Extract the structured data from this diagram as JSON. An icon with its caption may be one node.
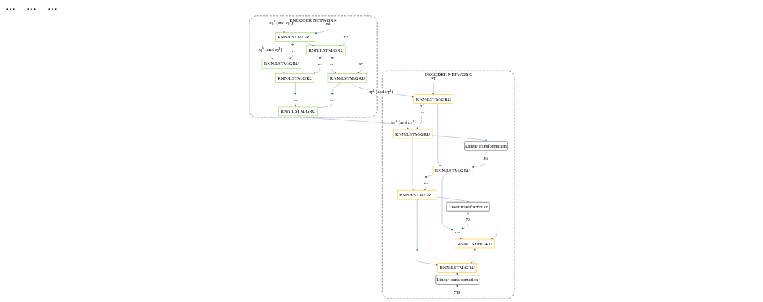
{
  "diagram": {
    "nodes": [
      {
        "text": [
          "ENCODER NETWORK"
        ]
      },
      {
        "text": [
          "h$_{0}$$^{k}$ (and c$_{0}$$^{p}$)"
        ],
        "in": 0
      },
      {
        "text": [
          "RNN/LSTM/GRU"
        ],
        "in": 0
      },
      {
        "text": [
          "RNN/LSTM/GRU"
        ],
        "in": 0
      },
      {
        "text": [
          "…"
        ],
        "in": 0
      },
      {
        "text": [
          "RNN/LSTM/GRU"
        ],
        "in": 0
      },
      {
        "text": [
          "…"
        ],
        "in": 0
      },
      {
        "text": [
          "…"
        ],
        "in": 0
      },
      {
        "text": [
          "…"
        ],
        "in": 0
      },
      {
        "text": [
          "h$_{0}$$^{1}$ (and c$_{0}$$^{1}$)"
        ],
        "in": 0
      },
      {
        "text": [
          "RNN/LSTM/GRU"
        ],
        "in": 0
      },
      {
        "text": [
          "RNN/LSTM/GRU"
        ],
        "in": 0
      },
      {
        "text": [
          "…"
        ],
        "in": 0
      },
      {
        "text": [
          "RNN/LSTM/GRU"
        ],
        "in": 0
      },
      {
        "text": [
          "x$_{1}$"
        ],
        "in": 0
      },
      {
        "text": [
          "x$_{2}$"
        ],
        "in": 0
      },
      {
        "text": [
          "x$_{T}$"
        ],
        "in": 0
      },
      {
        "text": [
          "DECODER NETWORK"
        ]
      },
      {
        "text": [
          "y$_{1}$"
        ],
        "in": 17
      },
      {
        "text": [
          "y$_{2}$"
        ],
        "in": 17
      },
      {
        "text": [
          "y$_{TP}$"
        ],
        "in": 17
      },
      {
        "text": [
          "Linear transformation"
        ],
        "in": 17
      },
      {
        "text": [
          "Linear transformation"
        ],
        "in": 17
      },
      {
        "text": [
          "Linear transformation"
        ],
        "in": 17
      },
      {
        "text": [
          "RNN/LSTM/GRU"
        ],
        "in": 17
      },
      {
        "text": [
          "RNN/LSTM/GRU"
        ],
        "in": 17
      },
      {
        "text": [
          "…"
        ],
        "in": 17
      },
      {
        "text": [
          "RNN/LSTM/GRU"
        ],
        "in": 17
      },
      {
        "text": [
          "…"
        ],
        "in": 17
      },
      {
        "text": [
          "…"
        ],
        "in": 17
      },
      {
        "text": [
          "…"
        ],
        "in": 17
      },
      {
        "text": [
          "RNN/LSTM/GRU"
        ],
        "in": 17
      },
      {
        "text": [
          "RNN/LSTM/GRU"
        ],
        "in": 17
      },
      {
        "text": [
          "…"
        ],
        "in": 17
      },
      {
        "text": [
          "RNN/LSTM/GRU"
        ],
        "in": 17
      },
      {
        "text": [
          "x$_{T}$"
        ],
        "in": 17
      }
    ],
    "edges": [
      {
        "from": 1,
        "to": 2,
        "arrow": "to"
      },
      {
        "from": 2,
        "to": 3,
        "arrow": "to"
      },
      {
        "from": 3,
        "to": 4,
        "arrow": "to"
      },
      {
        "from": 4,
        "to": 5,
        "arrow": "to"
      },
      {
        "from": 6,
        "to": 2,
        "arrow": "to"
      },
      {
        "from": 7,
        "to": 3,
        "arrow": "to"
      },
      {
        "from": 8,
        "to": 5,
        "arrow": "to"
      },
      {
        "from": 9,
        "to": 10,
        "arrow": "to"
      },
      {
        "from": 10,
        "to": 11,
        "arrow": "to"
      },
      {
        "from": 11,
        "to": 12,
        "arrow": "to"
      },
      {
        "from": 12,
        "to": 13,
        "arrow": "to"
      },
      {
        "from": 10,
        "to": 6,
        "arrow": "to"
      },
      {
        "from": 11,
        "to": 7,
        "arrow": "to"
      },
      {
        "from": 13,
        "to": 8,
        "arrow": "to"
      },
      {
        "from": 14,
        "to": 10,
        "arrow": "to"
      },
      {
        "from": 15,
        "to": 11,
        "arrow": "to"
      },
      {
        "from": 16,
        "to": 13,
        "arrow": "to"
      },
      {
        "from": 5,
        "to": 24,
        "arrow": "to",
        "label": "h$_{T}$$^{k}$ (and c$_{T}$$^{k}$)"
      },
      {
        "from": 13,
        "to": 31,
        "arrow": "to",
        "label": "h$_{T}$$^{1}$ (and c$_{T}$$^{1}$)"
      },
      {
        "from": 24,
        "to": 25,
        "arrow": "to"
      },
      {
        "from": 25,
        "to": 26,
        "arrow": "to"
      },
      {
        "from": 26,
        "to": 27,
        "arrow": "to"
      },
      {
        "from": 28,
        "to": 24,
        "arrow": "to"
      },
      {
        "from": 29,
        "to": 25,
        "arrow": "to"
      },
      {
        "from": 30,
        "to": 27,
        "arrow": "to"
      },
      {
        "from": 31,
        "to": 32,
        "arrow": "to"
      },
      {
        "from": 32,
        "to": 33,
        "arrow": "to"
      },
      {
        "from": 33,
        "to": 34,
        "arrow": "to"
      },
      {
        "from": 31,
        "to": 28,
        "arrow": "to"
      },
      {
        "from": 32,
        "to": 29,
        "arrow": "to"
      },
      {
        "from": 34,
        "to": 30,
        "arrow": "to"
      },
      {
        "from": 35,
        "to": 31,
        "arrow": "to"
      },
      {
        "from": 24,
        "to": 21,
        "arrow": "to"
      },
      {
        "from": 25,
        "to": 22,
        "arrow": "to"
      },
      {
        "from": 27,
        "to": 23,
        "arrow": "to"
      },
      {
        "from": 21,
        "to": 18,
        "arrow": "to"
      },
      {
        "from": 22,
        "to": 19,
        "arrow": "to"
      },
      {
        "from": 23,
        "to": 20,
        "arrow": "to"
      },
      {
        "from": 18,
        "to": 32,
        "arrow": "to"
      },
      {
        "from": 19,
        "to": 33,
        "arrow": "to"
      },
      {
        "from": null,
        "to": 34,
        "arrow": "to"
      }
    ],
    "labels": [
      "…",
      "…",
      "…"
    ]
  }
}
